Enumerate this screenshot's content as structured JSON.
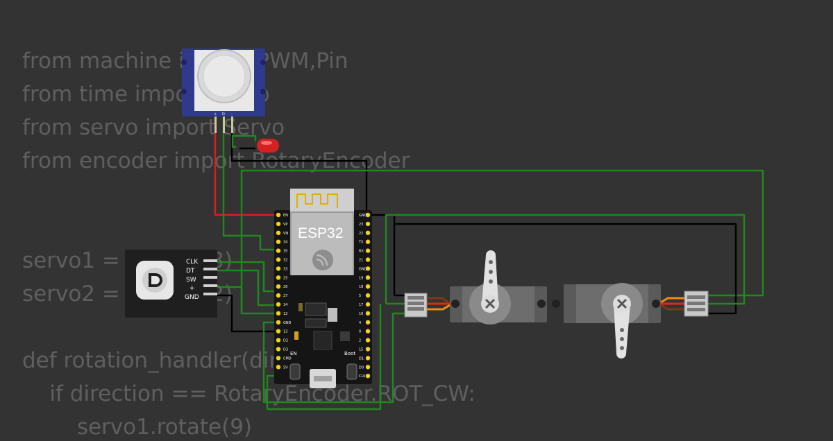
{
  "code": {
    "lines": [
      "from machine import PWM,Pin",
      "from time import sleep",
      "from servo import Servo",
      "from encoder import RotaryEncoder",
      "",
      "",
      "servo1 = Servo(13)",
      "servo2 = Servo(12)",
      "",
      "def rotation_handler(direction):",
      "    if direction == RotaryEncoder.ROT_CW:",
      "        servo1.rotate(9)"
    ]
  },
  "diagram": {
    "esp32": {
      "label": "ESP32",
      "button_en": "EN",
      "button_boot": "Boot",
      "left_pins": [
        "EN",
        "VP",
        "VN",
        "34",
        "35",
        "32",
        "33",
        "25",
        "26",
        "27",
        "14",
        "12",
        "GND",
        "13",
        "D2",
        "D3",
        "CMD",
        "5V"
      ],
      "right_pins": [
        "GND",
        "23",
        "22",
        "TX",
        "RX",
        "21",
        "GND",
        "19",
        "18",
        "5",
        "17",
        "16",
        "4",
        "0",
        "2",
        "15",
        "D1",
        "D0",
        "CLK"
      ]
    },
    "pir_sensor": {
      "pins": [
        "+",
        "D",
        "-"
      ]
    },
    "rotary_encoder": {
      "pins": [
        "CLK",
        "DT",
        "SW",
        "+",
        "GND"
      ]
    },
    "led": {
      "color": "#e02020"
    },
    "servos": [
      {
        "role": "servo-left"
      },
      {
        "role": "servo-right"
      }
    ],
    "wire_colors": {
      "power": "#e21b1b",
      "ground": "#000000",
      "signal": "#1e8a1e",
      "servo_brown": "#7a3b12",
      "servo_red": "#e02a10",
      "servo_orange": "#f08c10"
    }
  }
}
